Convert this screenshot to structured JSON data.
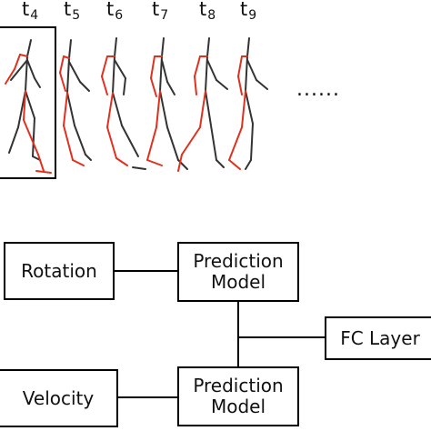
{
  "time_labels": [
    {
      "base": "t",
      "sub": "4"
    },
    {
      "base": "t",
      "sub": "5"
    },
    {
      "base": "t",
      "sub": "6"
    },
    {
      "base": "t",
      "sub": "7"
    },
    {
      "base": "t",
      "sub": "8"
    },
    {
      "base": "t",
      "sub": "9"
    }
  ],
  "ellipsis": "......",
  "boxes": {
    "rotation": "Rotation",
    "velocity": "Velocity",
    "prediction_top_line1": "Prediction",
    "prediction_top_line2": "Model",
    "prediction_bottom_line1": "Prediction",
    "prediction_bottom_line2": "Model",
    "fc_layer": "FC Layer"
  },
  "colors": {
    "skeleton_dark": "#333333",
    "skeleton_red": "#e0301e",
    "line": "#000000"
  }
}
